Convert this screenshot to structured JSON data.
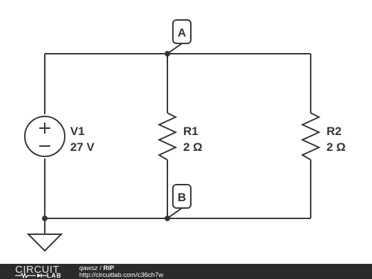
{
  "circuit": {
    "source": {
      "name": "V1",
      "value": "27 V",
      "plus": "+",
      "minus": "−"
    },
    "resistors": [
      {
        "name": "R1",
        "value": "2 Ω"
      },
      {
        "name": "R2",
        "value": "2 Ω"
      }
    ],
    "nodes": {
      "top": "A",
      "bottom": "B"
    }
  },
  "footer": {
    "brand_top": "CIRCUIT",
    "brand_bottom": "LAB",
    "author": "qawsz",
    "separator": " / ",
    "title": "RIP",
    "url": "http://circuitlab.com/c36ch7w"
  }
}
